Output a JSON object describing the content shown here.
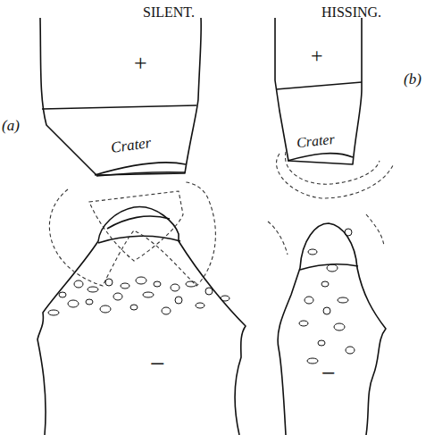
{
  "diagram": {
    "labels": [
      "SILENT.",
      "HISSING.",
      "+",
      "(a)",
      "Crater",
      "+",
      "(b)",
      "Crater",
      "−",
      "−"
    ]
  }
}
